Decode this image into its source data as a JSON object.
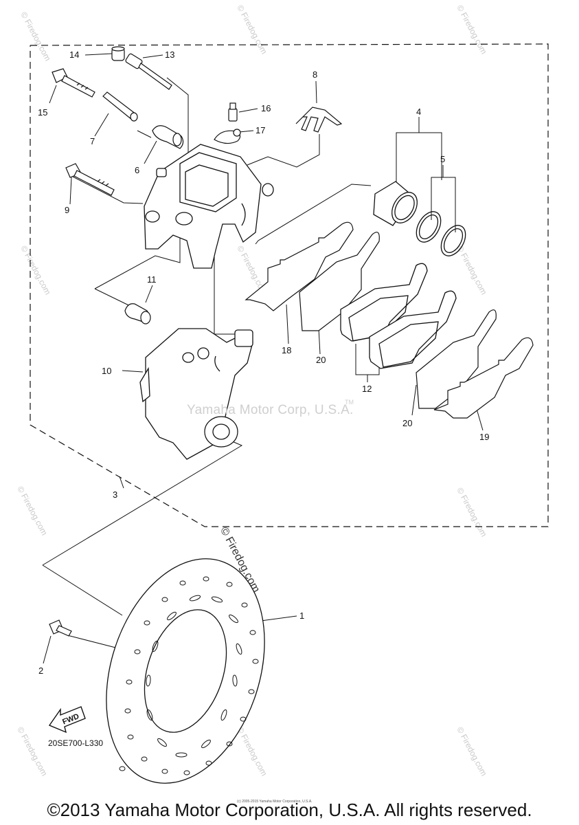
{
  "callouts": {
    "c1": "1",
    "c2": "2",
    "c3": "3",
    "c4": "4",
    "c5": "5",
    "c6": "6",
    "c7": "7",
    "c8": "8",
    "c9": "9",
    "c10": "10",
    "c11": "11",
    "c12": "12",
    "c13": "13",
    "c14": "14",
    "c15": "15",
    "c16": "16",
    "c17": "17",
    "c18": "18",
    "c19": "19",
    "c20a": "20",
    "c20b": "20"
  },
  "arrow_label": "FWD",
  "diagram_code": "20SE700-L330",
  "watermark_center": "Yamaha Motor Corp, U.S.A.",
  "trademark": "TM",
  "watermark_firedog": "© Firedog.com",
  "watermark_tile": "© Firedog.com",
  "tiny_print": "(c) 2005-2015 Yamaha Motor Corporation, U.S.A.",
  "copyright": "©2013 Yamaha Motor Corporation, U.S.A. All rights reserved.",
  "colors": {
    "line": "#111111",
    "watermark": "#cfcfcf"
  }
}
